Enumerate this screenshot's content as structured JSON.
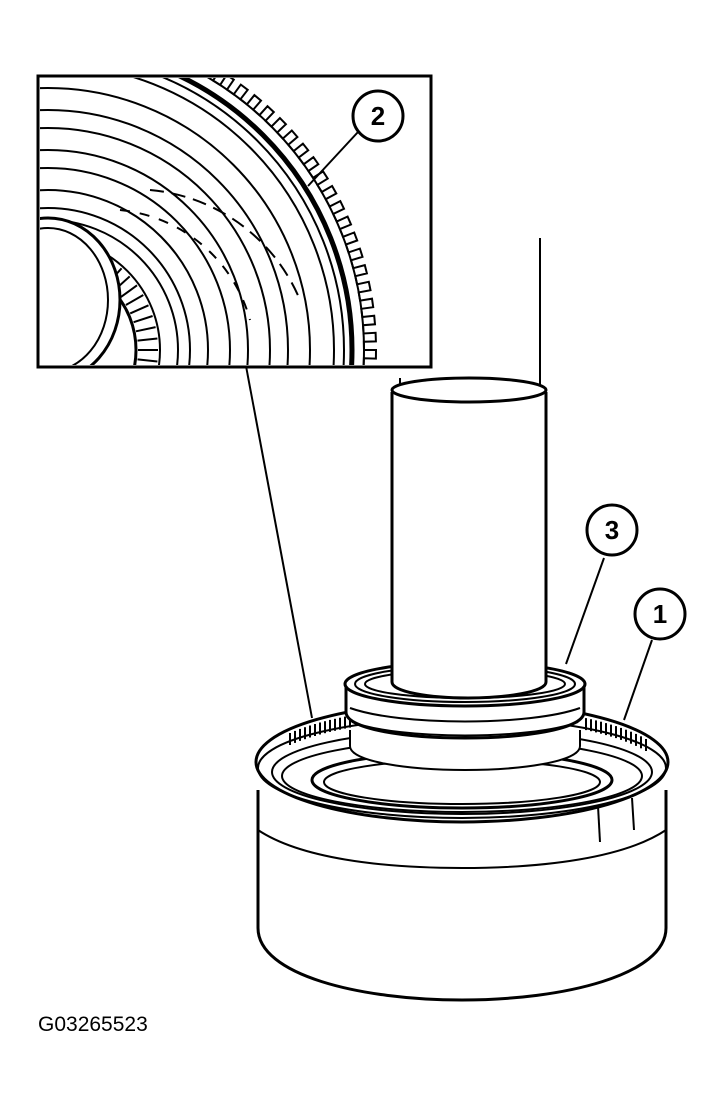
{
  "callouts": [
    {
      "id": "2",
      "label": "2"
    },
    {
      "id": "3",
      "label": "3"
    },
    {
      "id": "1",
      "label": "1"
    }
  ],
  "figure_id": "G03265523",
  "colors": {
    "line": "#000000",
    "background": "#ffffff"
  }
}
